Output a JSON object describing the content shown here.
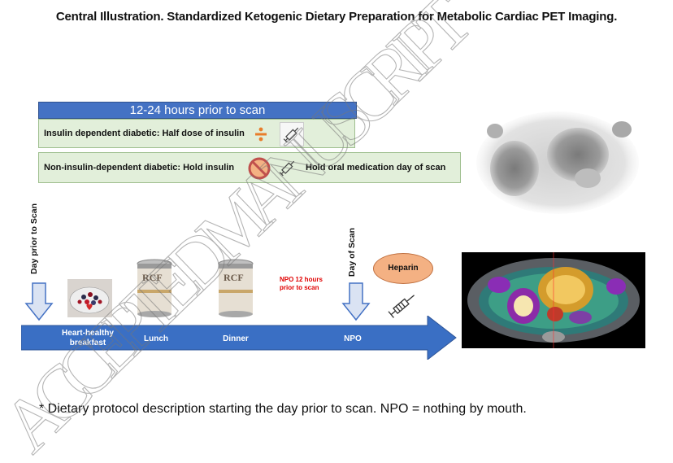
{
  "title": "Central Illustration. Standardized Ketogenic Dietary Preparation for Metabolic Cardiac PET Imaging.",
  "timing_header": "12-24 hours prior to scan",
  "insulin_dependent": "Insulin dependent diabetic: Half dose of insulin",
  "non_insulin_dependent": "Non-insulin-dependent diabetic: Hold insulin",
  "hold_oral": "Hold oral medication day of scan",
  "day_prior_label": "Day prior to Scan",
  "day_of_label": "Day of Scan",
  "npo_note_line1": "NPO 12 hours",
  "npo_note_line2": "prior to scan",
  "heparin": "Heparin",
  "can_label": "RCF",
  "timeline": {
    "breakfast_line1": "Heart-healthy",
    "breakfast_line2": "breakfast",
    "lunch": "Lunch",
    "dinner": "Dinner",
    "npo": "NPO"
  },
  "footnote": "* Dietary protocol description starting the day prior to scan. NPO = nothing by mouth.",
  "watermark": "ACCEPTED MANUSCRIPT",
  "colors": {
    "header_blue": "#4472c4",
    "arrow_blue": "#3a6fc4",
    "light_green": "#e2efda",
    "heparin_orange": "#f4b183",
    "npo_red": "#e00000"
  }
}
